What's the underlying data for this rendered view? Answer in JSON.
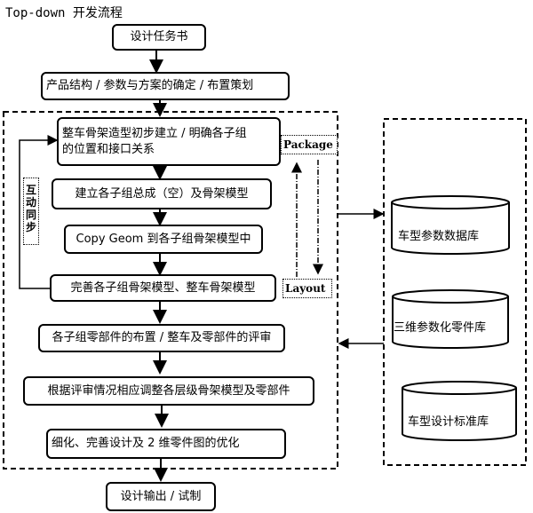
{
  "title": "Top-down 开发流程",
  "flow": {
    "start": "设计任务书",
    "step1": "产品结构 / 参数与方案的确定 / 布置策划",
    "step2_line1": "整车骨架造型初步建立 / 明确各子组",
    "step2_line2": "的位置和接口关系",
    "step3": "建立各子组总成（空）及骨架模型",
    "step4": "Copy  Geom 到各子组骨架模型中",
    "step5": "完善各子组骨架模型、整车骨架模型",
    "step6": "各子组零部件的布置 / 整车及零部件的评审",
    "step7": "根据评审情况相应调整各层级骨架模型及零部件",
    "step8": "细化、完善设计及 2 维零件图的优化",
    "end": "设计输出 / 试制"
  },
  "tags": {
    "package": "Package",
    "layout": "Layout",
    "sync": "互动同步"
  },
  "databases": [
    "车型参数数据库",
    "三维参数化零件库",
    "车型设计标准库"
  ]
}
